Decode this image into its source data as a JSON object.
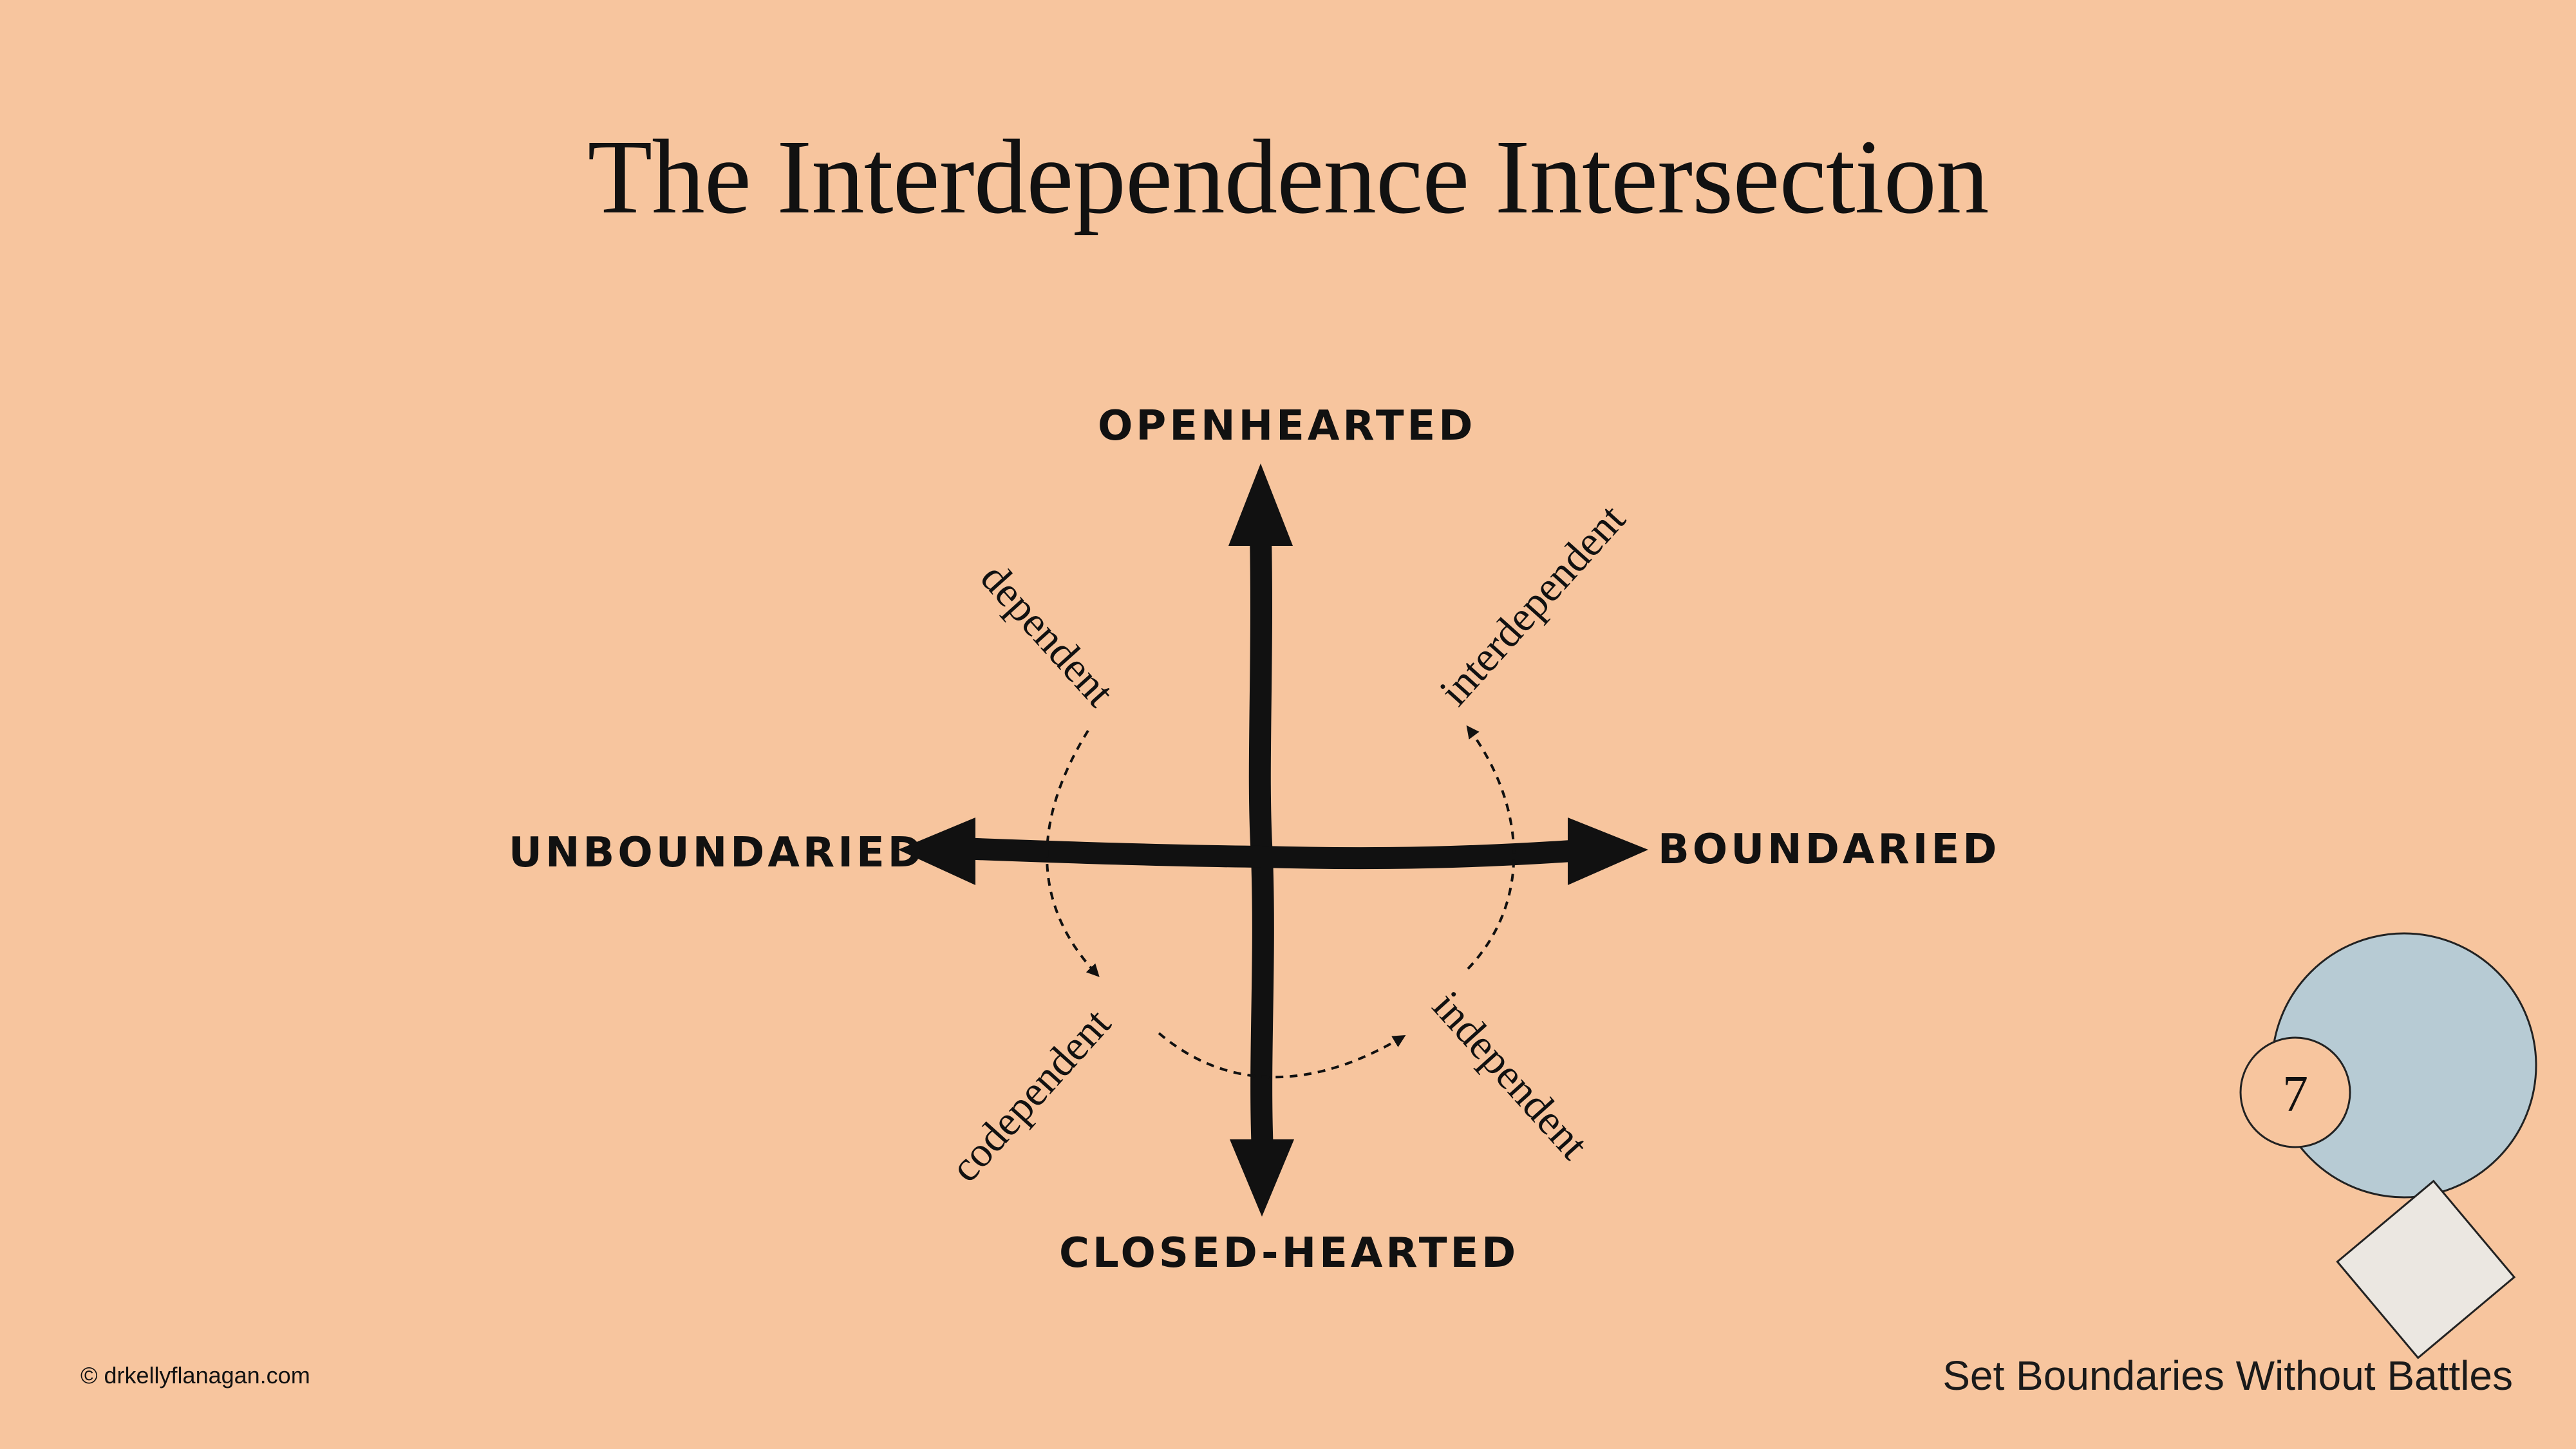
{
  "slide": {
    "title": "The Interdependence Intersection",
    "copyright": "© drkellyflanagan.com",
    "book_title": "Set Boundaries Without Battles",
    "page_number": "7"
  },
  "axes": {
    "top": "OPENHEARTED",
    "bottom": "CLOSED-HEARTED",
    "left": "UNBOUNDARIED",
    "right": "BOUNDARIED"
  },
  "quadrants": {
    "top_left": "dependent",
    "top_right": "interdependent",
    "bottom_left": "codependent",
    "bottom_right": "independent"
  },
  "colors": {
    "background": "#f7c59e",
    "ink": "#111111",
    "circle_blue": "#b7cbd4",
    "square_gray": "#ebe7e1"
  }
}
